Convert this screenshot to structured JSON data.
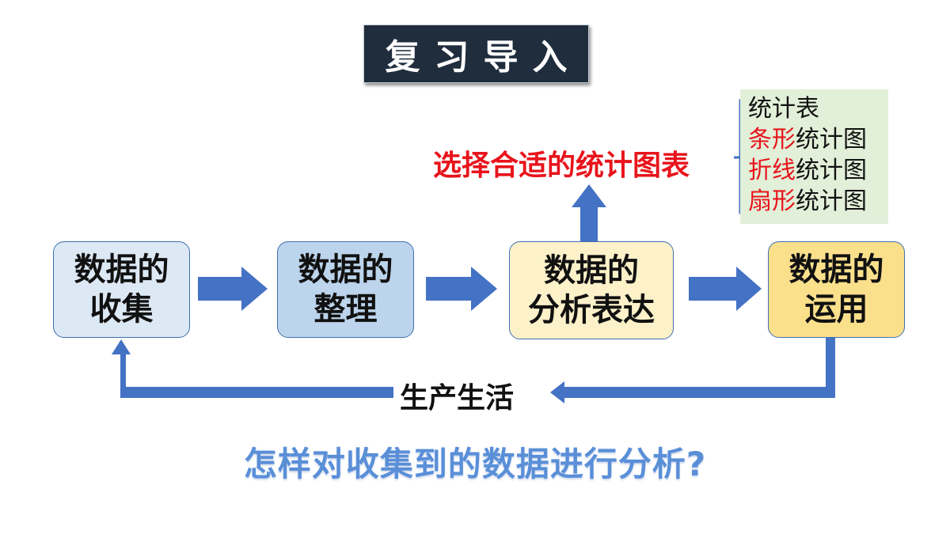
{
  "title": "复习导入",
  "nodes": [
    {
      "line1": "数据的",
      "line2": "收集"
    },
    {
      "line1": "数据的",
      "line2": "整理"
    },
    {
      "line1": "数据的",
      "line2": "分析表达"
    },
    {
      "line1": "数据的",
      "line2": "运用"
    }
  ],
  "choose_label": "选择合适的统计图表",
  "chart_types": [
    {
      "red": "",
      "black": "统计表"
    },
    {
      "red": "条形",
      "black": "统计图"
    },
    {
      "red": "折线",
      "black": "统计图"
    },
    {
      "red": "扇形",
      "black": "统计图"
    }
  ],
  "feedback_label": "生产生活",
  "question": "怎样对收集到的数据进行分析?",
  "colors": {
    "arrow": "#4472c4",
    "accent_red": "#e8141c",
    "title_bg": "#1f2d3d"
  }
}
